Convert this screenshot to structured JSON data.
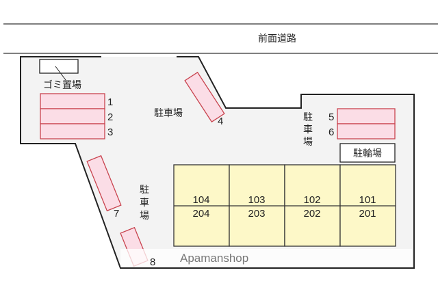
{
  "road_label": "前面道路",
  "garbage_label": "ゴミ置場",
  "parking_label": "駐車場",
  "parking_label_vertical": [
    "駐",
    "車",
    "場"
  ],
  "bicycle_label": "駐輪場",
  "slots": [
    "1",
    "2",
    "3",
    "4",
    "5",
    "6",
    "7",
    "8"
  ],
  "units": [
    {
      "lower": "104",
      "upper": "204"
    },
    {
      "lower": "103",
      "upper": "203"
    },
    {
      "lower": "102",
      "upper": "202"
    },
    {
      "lower": "101",
      "upper": "201"
    }
  ],
  "watermark": "Apamanshop",
  "colors": {
    "slot_fill": "#fbdde6",
    "slot_stroke": "#c9444f",
    "unit_fill": "#fdf8c8",
    "site_fill": "#f3f3f3"
  }
}
